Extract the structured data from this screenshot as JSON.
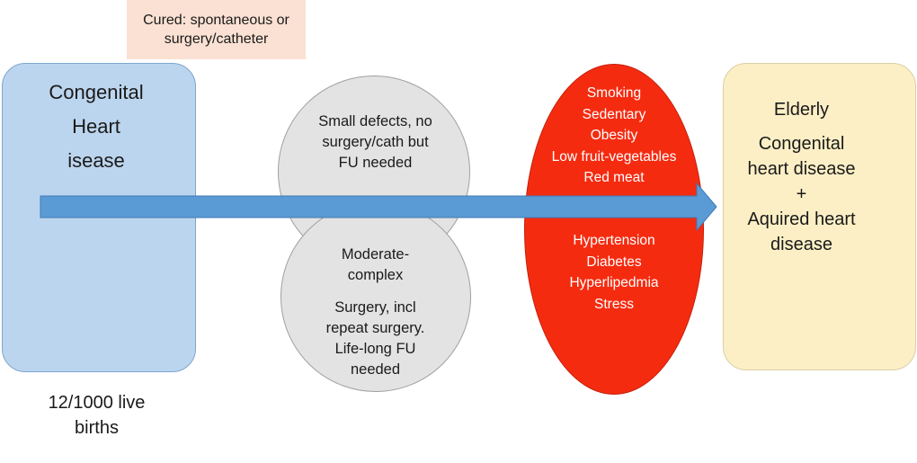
{
  "cured_note": {
    "lines": [
      "Cured: spontaneous or",
      "surgery/catheter"
    ]
  },
  "start_box": {
    "lines": [
      "Congenital",
      "Heart",
      "isease"
    ]
  },
  "births_note": {
    "lines": [
      "12/1000 live",
      "births"
    ]
  },
  "small_defects": {
    "lines": [
      "Small defects, no",
      "surgery/cath but",
      "FU needed"
    ]
  },
  "moderate_complex": {
    "lines": [
      "Moderate-",
      "complex"
    ]
  },
  "surgery_note": {
    "lines": [
      "Surgery, incl",
      "repeat surgery.",
      "Life-long FU",
      "needed"
    ]
  },
  "risk_factors": {
    "lifestyle": [
      "Smoking",
      "Sedentary",
      "Obesity",
      "Low fruit-vegetables",
      "Red meat"
    ],
    "conditions": [
      "Hypertension",
      "Diabetes",
      "Hyperlipedmia",
      "Stress"
    ]
  },
  "end_box": {
    "title": "Elderly",
    "lines": [
      "Congenital",
      "heart disease",
      "+",
      "Aquired heart",
      "disease"
    ]
  },
  "colors": {
    "start_box_fill": "#bcd5ee",
    "circle_fill": "#e3e3e3",
    "risk_oval_fill": "#f52b10",
    "end_box_fill": "#fcefc5",
    "cured_fill": "#fbe1d3",
    "arrow_fill": "#5b9bd5"
  }
}
